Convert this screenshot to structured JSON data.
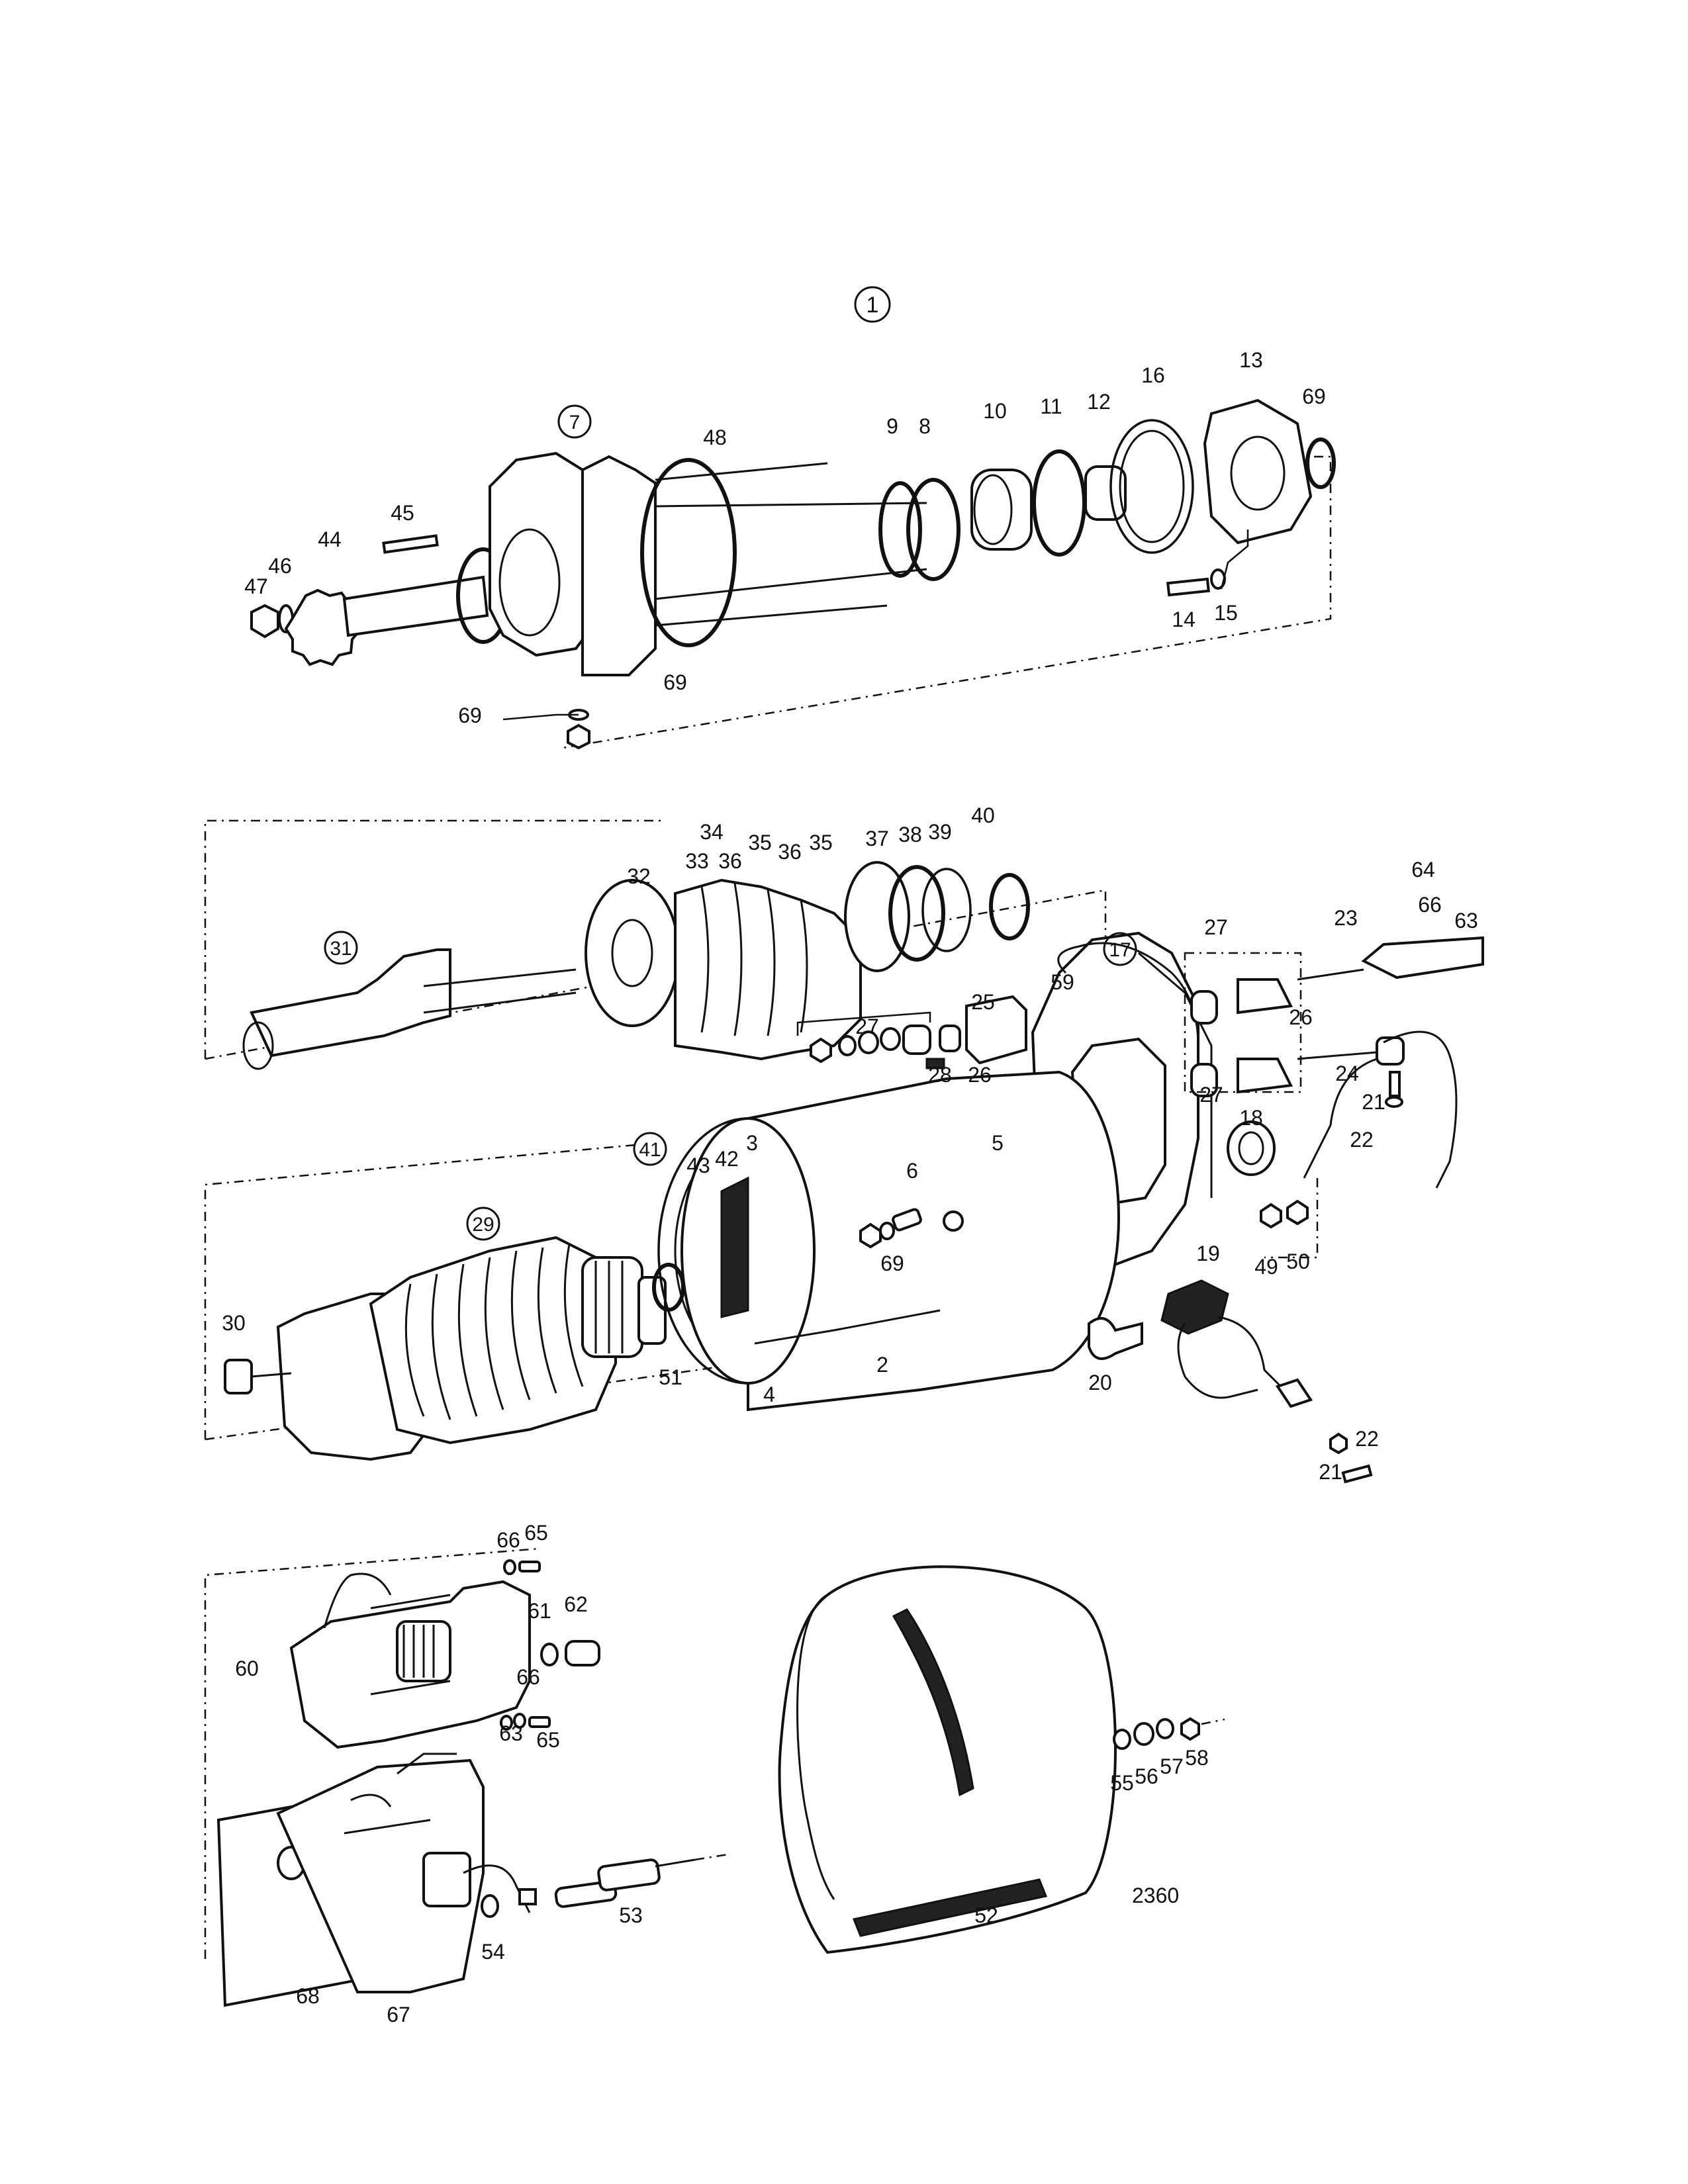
{
  "figure_number": "1",
  "drawing_number": "2360",
  "callouts": [
    {
      "label": "7",
      "circled": true
    },
    {
      "label": "48"
    },
    {
      "label": "9"
    },
    {
      "label": "8"
    },
    {
      "label": "10"
    },
    {
      "label": "11"
    },
    {
      "label": "12"
    },
    {
      "label": "16"
    },
    {
      "label": "13"
    },
    {
      "label": "69"
    },
    {
      "label": "45"
    },
    {
      "label": "44"
    },
    {
      "label": "46"
    },
    {
      "label": "47"
    },
    {
      "label": "14"
    },
    {
      "label": "15"
    },
    {
      "label": "69"
    },
    {
      "label": "69"
    },
    {
      "label": "34"
    },
    {
      "label": "33"
    },
    {
      "label": "36"
    },
    {
      "label": "35"
    },
    {
      "label": "36"
    },
    {
      "label": "35"
    },
    {
      "label": "37"
    },
    {
      "label": "38"
    },
    {
      "label": "39"
    },
    {
      "label": "40"
    },
    {
      "label": "32"
    },
    {
      "label": "31",
      "circled": true
    },
    {
      "label": "64"
    },
    {
      "label": "66"
    },
    {
      "label": "63"
    },
    {
      "label": "27"
    },
    {
      "label": "23"
    },
    {
      "label": "17",
      "circled": true
    },
    {
      "label": "59"
    },
    {
      "label": "25"
    },
    {
      "label": "27"
    },
    {
      "label": "26"
    },
    {
      "label": "28"
    },
    {
      "label": "26"
    },
    {
      "label": "27"
    },
    {
      "label": "18"
    },
    {
      "label": "24"
    },
    {
      "label": "21"
    },
    {
      "label": "22"
    },
    {
      "label": "41",
      "circled": true
    },
    {
      "label": "43"
    },
    {
      "label": "42"
    },
    {
      "label": "3"
    },
    {
      "label": "5"
    },
    {
      "label": "6"
    },
    {
      "label": "69"
    },
    {
      "label": "49"
    },
    {
      "label": "50"
    },
    {
      "label": "29",
      "circled": true
    },
    {
      "label": "30"
    },
    {
      "label": "51"
    },
    {
      "label": "4"
    },
    {
      "label": "2"
    },
    {
      "label": "19"
    },
    {
      "label": "20"
    },
    {
      "label": "22"
    },
    {
      "label": "21"
    },
    {
      "label": "66"
    },
    {
      "label": "65"
    },
    {
      "label": "61"
    },
    {
      "label": "62"
    },
    {
      "label": "60"
    },
    {
      "label": "66"
    },
    {
      "label": "63"
    },
    {
      "label": "65"
    },
    {
      "label": "55"
    },
    {
      "label": "56"
    },
    {
      "label": "57"
    },
    {
      "label": "58"
    },
    {
      "label": "53"
    },
    {
      "label": "54"
    },
    {
      "label": "52"
    },
    {
      "label": "68"
    },
    {
      "label": "67"
    }
  ]
}
